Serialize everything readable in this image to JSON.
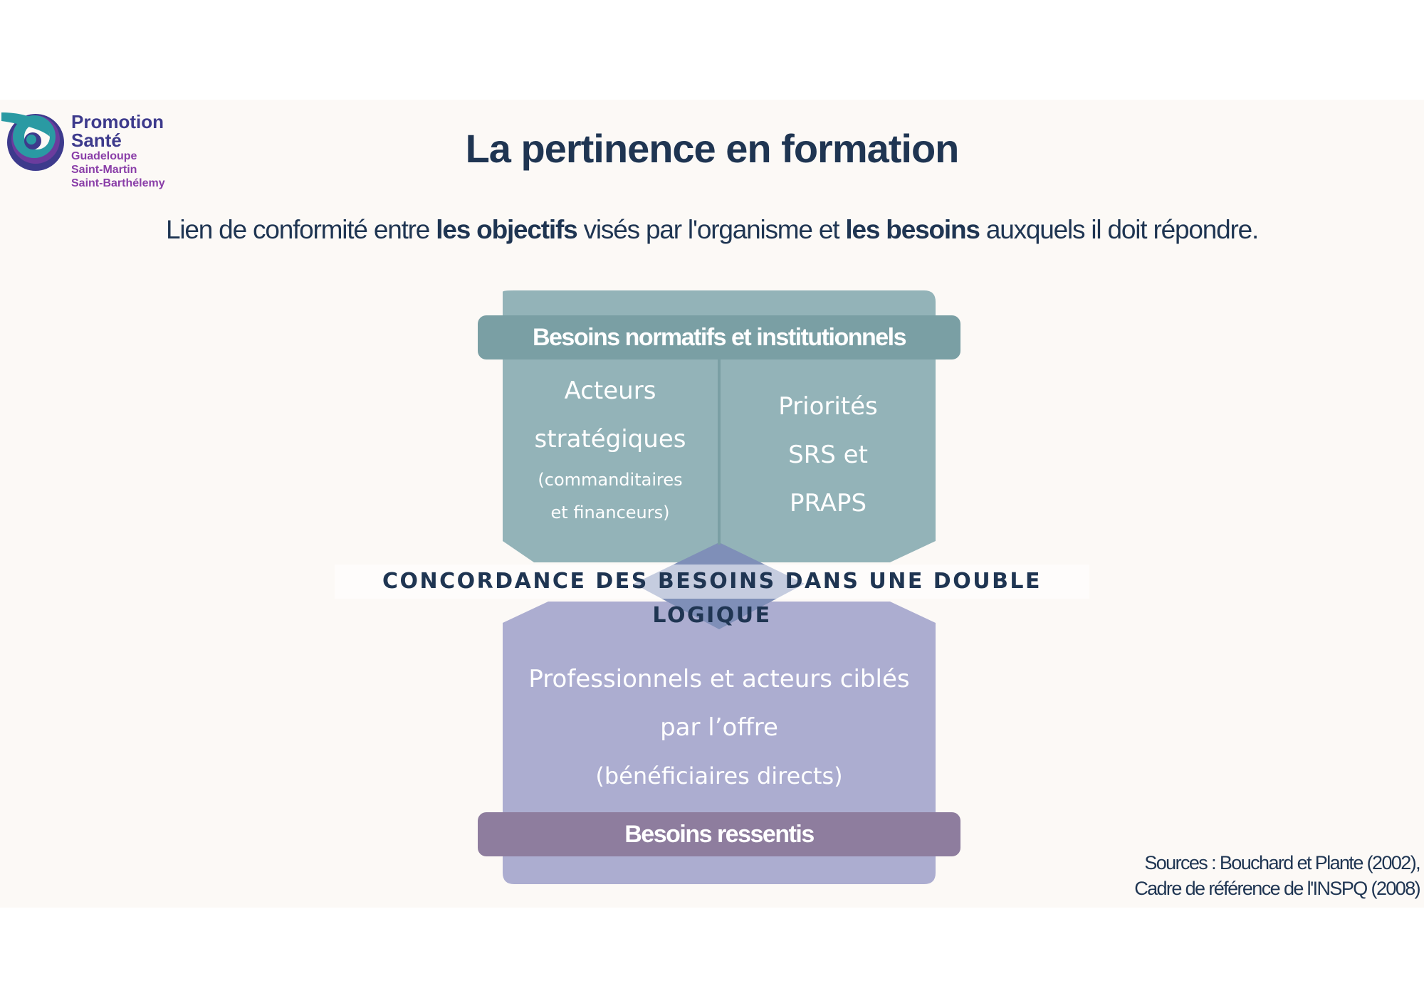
{
  "logo": {
    "line1": "Promotion",
    "line2": "Santé",
    "sub1": "Guadeloupe",
    "sub2": "Saint-Martin",
    "sub3": "Saint-Barthélemy"
  },
  "title": "La pertinence en formation",
  "subtitle": {
    "part1": "Lien de conformité entre ",
    "bold1": "les objectifs",
    "part2": " visés par l'organisme et ",
    "bold2": "les besoins",
    "part3": " auxquels il doit répondre."
  },
  "diagram": {
    "top_band": "Besoins normatifs et institutionnels",
    "left_cell": {
      "line1": "Acteurs",
      "line2": "stratégiques",
      "line3": "(commanditaires",
      "line4": "et financeurs)"
    },
    "right_cell": {
      "line1": "Priorités",
      "line2": "SRS et",
      "line3": "PRAPS"
    },
    "concordance": "CONCORDANCE DES BESOINS DANS UNE DOUBLE LOGIQUE",
    "bottom_cell": {
      "line1": "Professionnels et acteurs ciblés",
      "line2": "par l’offre",
      "line3": "(bénéficiaires directs)"
    },
    "bottom_band": "Besoins ressentis"
  },
  "sources": {
    "line1": "Sources : Bouchard et Plante (2002),",
    "line2": "Cadre de référence de l'INSPQ (2008)"
  },
  "colors": {
    "teal": "#93b3b8",
    "teal_band": "#7a9fa4",
    "lavender": "#acadd0",
    "purple_band": "#8e7d9e",
    "diamond": "#7f8fb8",
    "navy": "#1f3552"
  }
}
